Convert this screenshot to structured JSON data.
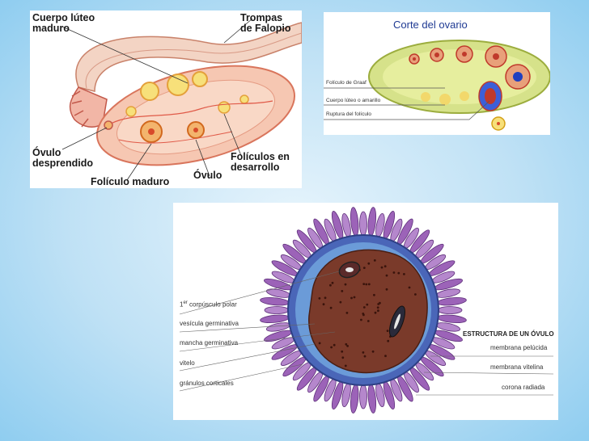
{
  "ovary_panel": {
    "labels": {
      "cuerpo_luteo": [
        "Cuerpo lúteo",
        "maduro"
      ],
      "trompas": [
        "Trompas",
        "de Falopio"
      ],
      "ovulo_desprendido": [
        "Óvulo",
        "desprendido"
      ],
      "foliculo_maduro": "Folículo maduro",
      "ovulo": "Óvulo",
      "foliculos_desarrollo": [
        "Folículos en",
        "desarrollo"
      ]
    }
  },
  "corte_panel": {
    "title": "Corte del ovario",
    "labels": {
      "graaf": "Folículo de Graaf",
      "cuerpo_luteo": "Cuerpo lúteo o amarillo",
      "ruptura": "Ruptura del folículo"
    }
  },
  "ovulo_panel": {
    "title": "ESTRUCTURA DE UN ÓVULO",
    "left_labels": {
      "corpusculo_super": "er",
      "corpusculo_pre": "1",
      "corpusculo": "corpúsculo polar",
      "vesicula": "vesícula germinativa",
      "mancha": "mancha germinativa",
      "vitelo": "vitelo",
      "granulos": "gránulos corticales"
    },
    "right_labels": {
      "pelucida": "membrana pelúcida",
      "vitelina": "membrana vitelina",
      "corona": "corona radiada"
    }
  }
}
